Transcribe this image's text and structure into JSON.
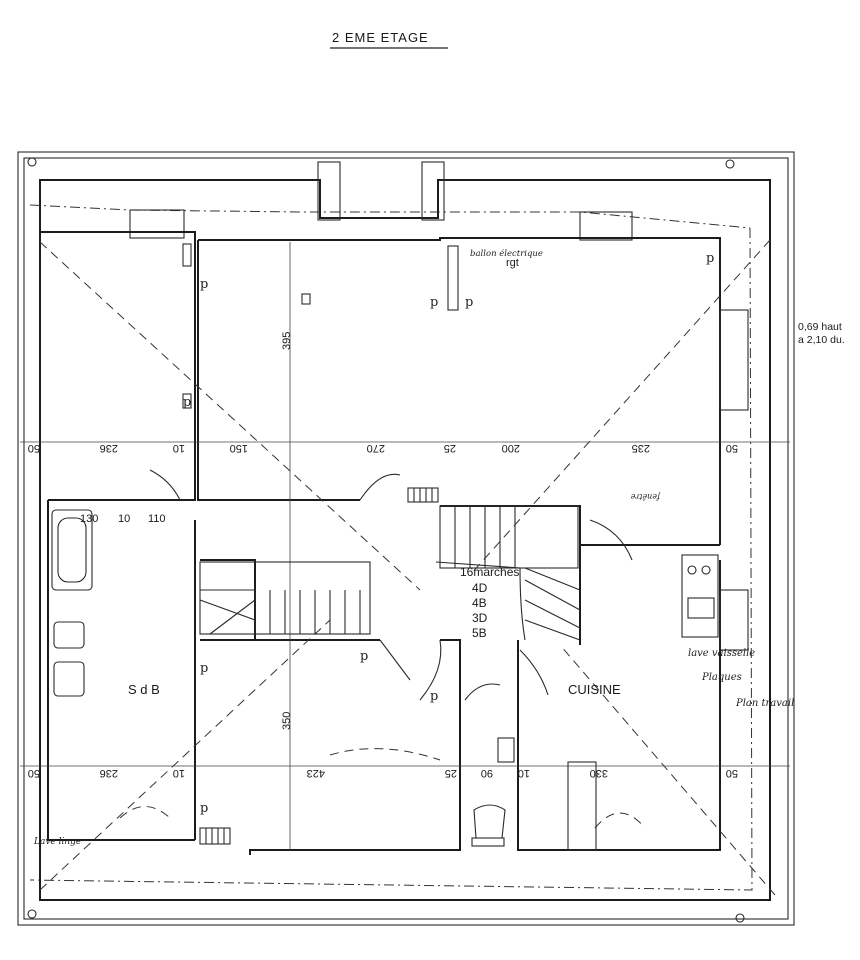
{
  "title": "2 EME ETAGE",
  "note_right": {
    "line1": "0,69 haut",
    "line2": "a 2,10 du."
  },
  "rooms": {
    "sdb": "S d B",
    "cuisine": "CUISINE",
    "rgt": "rgt"
  },
  "stairs": {
    "label": "16marches",
    "codes": [
      "4D",
      "4B",
      "3D",
      "5B"
    ]
  },
  "dimensions": {
    "top_row": [
      "50",
      "236",
      "10",
      "150",
      "270",
      "25",
      "200",
      "235",
      "50"
    ],
    "bottom_row": [
      "50",
      "236",
      "10",
      "423",
      "25",
      "90",
      "10",
      "330",
      "50"
    ],
    "mid_row": [
      "130",
      "10",
      "110"
    ],
    "vertical_top": "395",
    "vertical_bottom": "350"
  },
  "annotations": {
    "ballon": "ballon électrique",
    "lave_vaisselle": "lave vaisselle",
    "plaques": "Plaques",
    "plan_travail": "Plan travail",
    "lave_linge": "Lave linge",
    "window_note": "fenêtre"
  }
}
